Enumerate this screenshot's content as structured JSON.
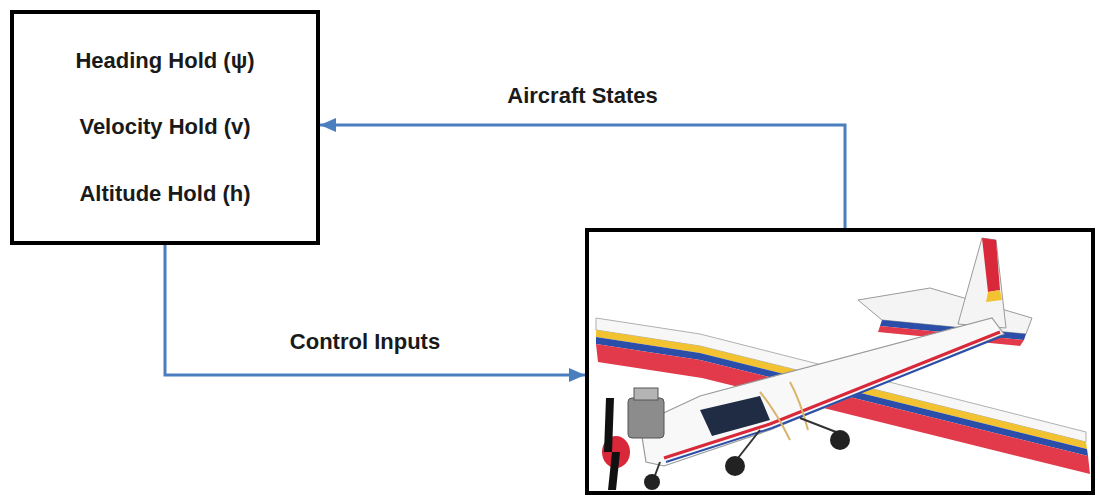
{
  "diagram": {
    "nodes": [
      {
        "text": [
          "Heading Hold (ψ)",
          "Velocity Hold (v)",
          "Altitude Hold (h)"
        ]
      },
      {
        "text": []
      }
    ],
    "edges": [
      {
        "from": 1,
        "to": 0,
        "arrow": "to",
        "label": "Aircraft States"
      },
      {
        "from": 0,
        "to": 1,
        "arrow": "to",
        "label": "Control Inputs"
      }
    ]
  }
}
